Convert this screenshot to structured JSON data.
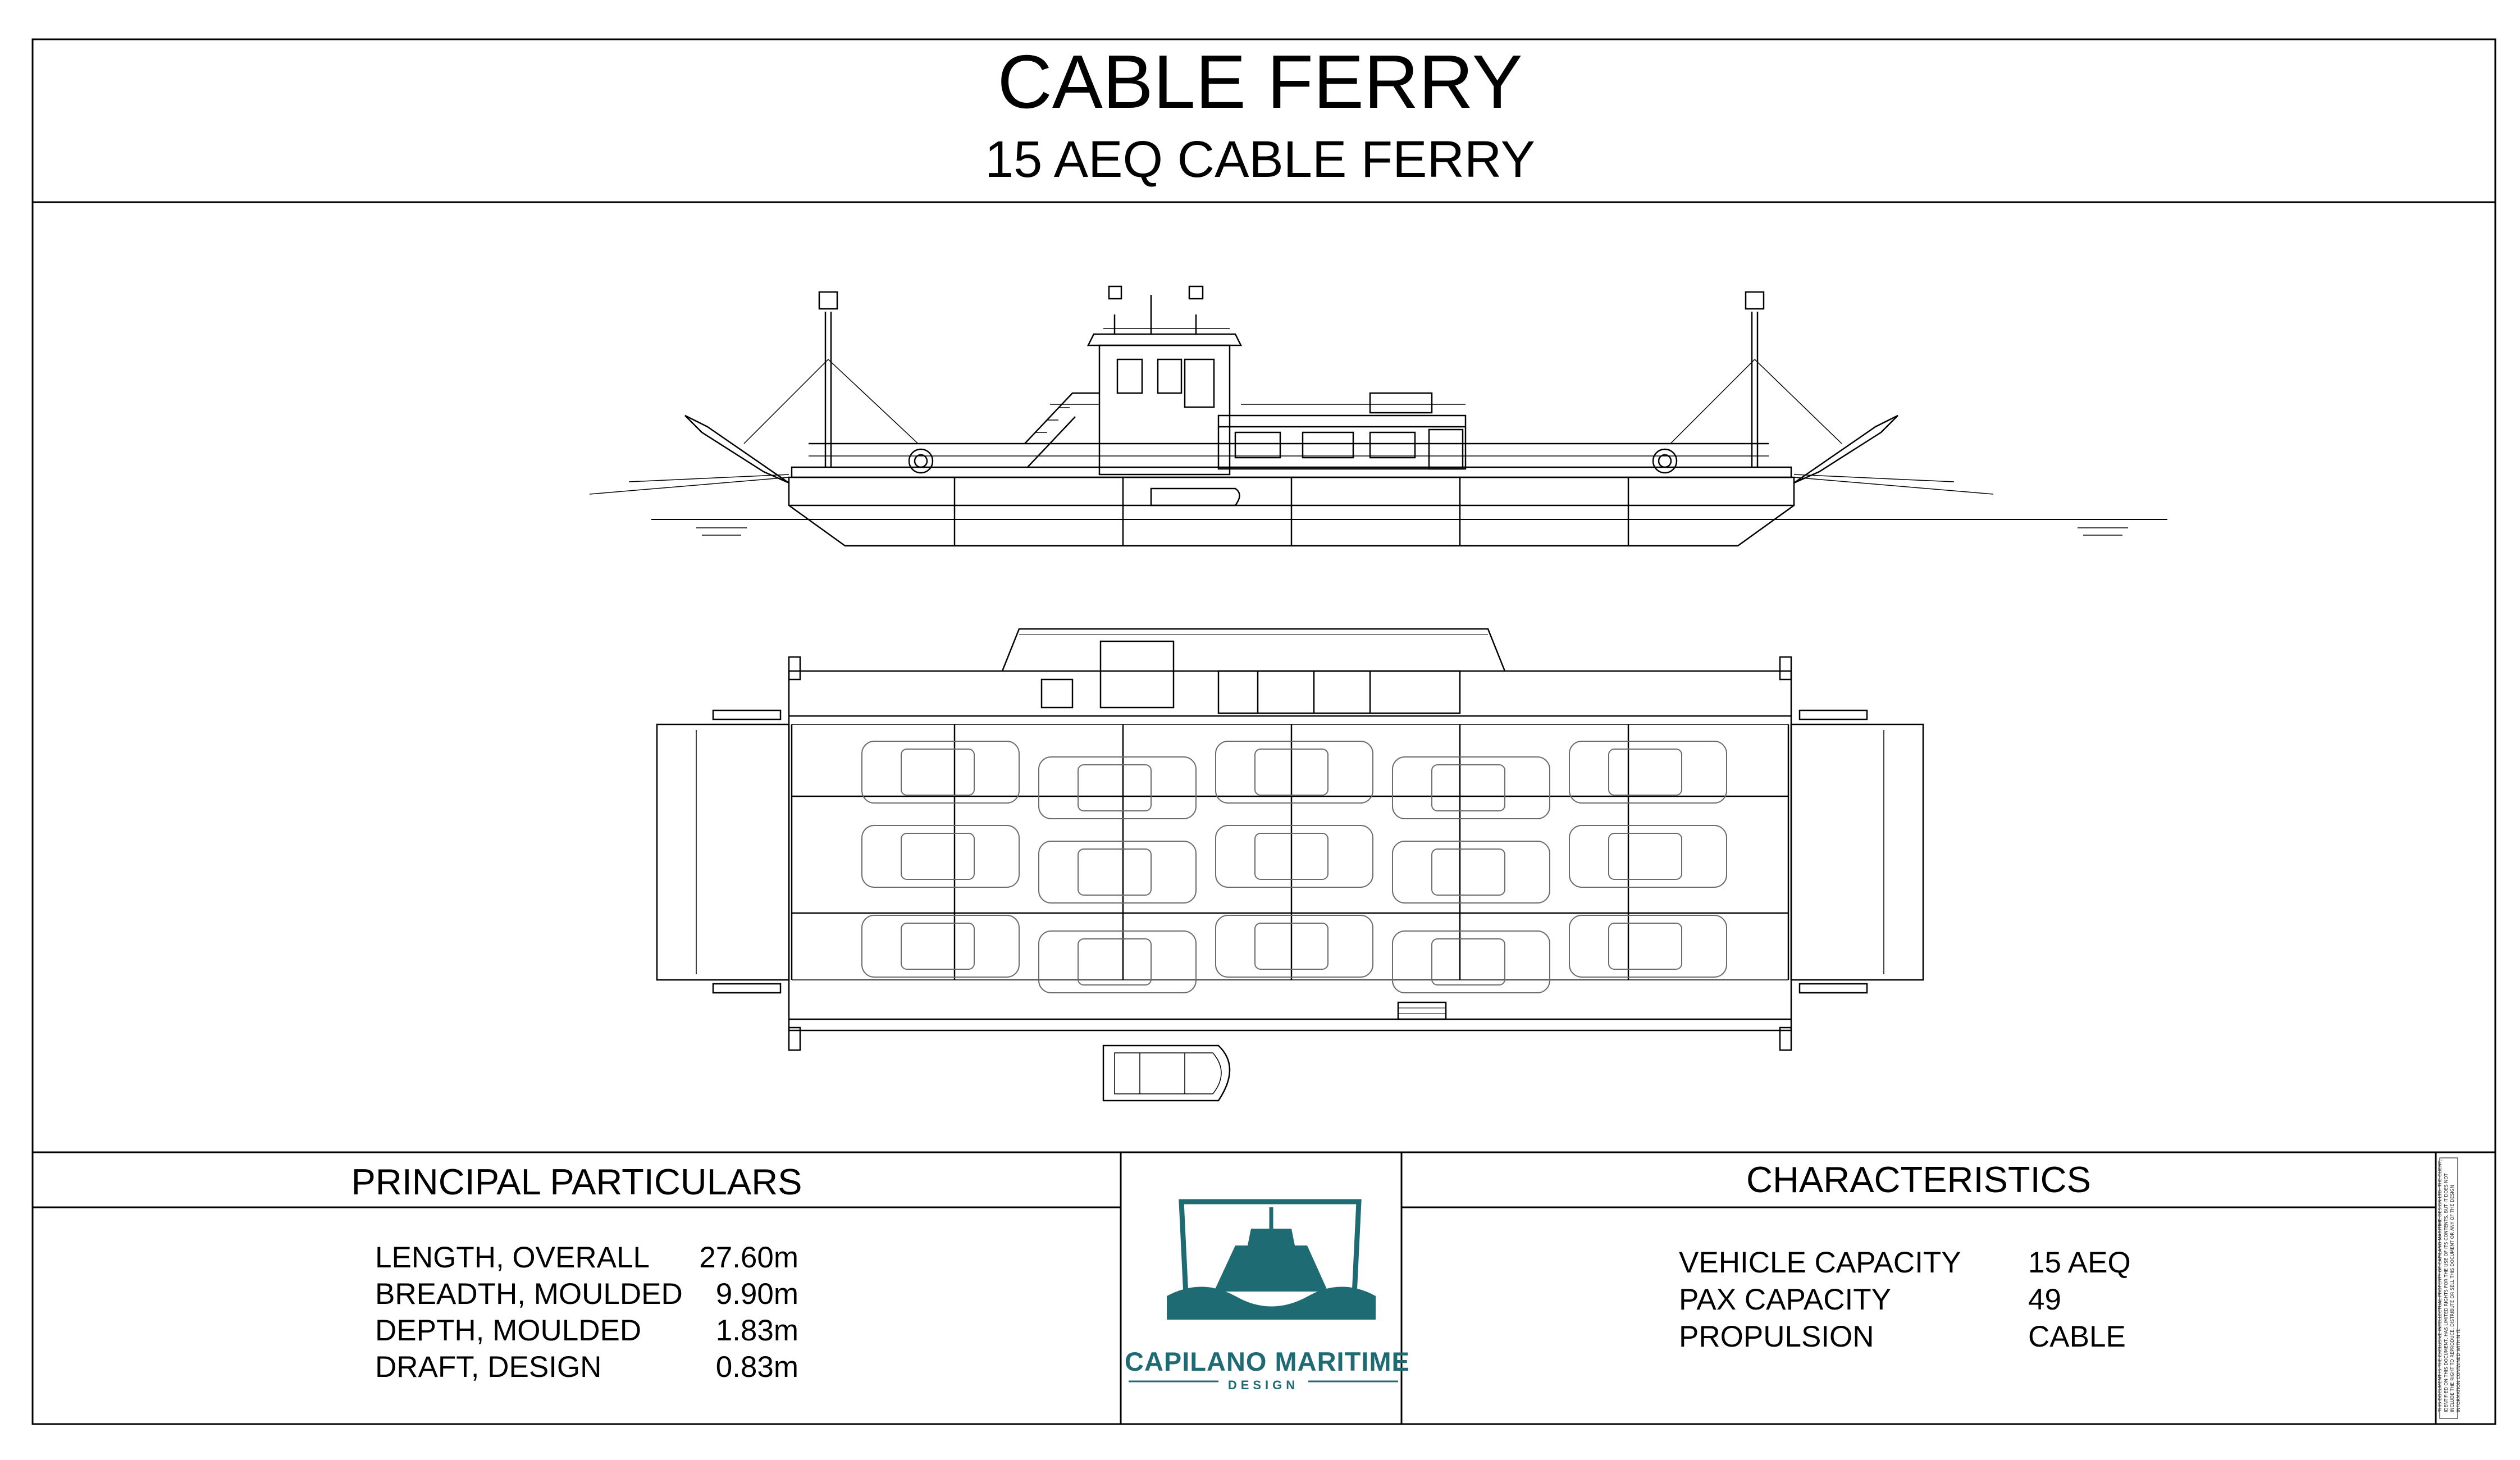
{
  "title_block": {
    "title": "CABLE FERRY",
    "subtitle": "15 AEQ CABLE FERRY"
  },
  "principal_particulars": {
    "heading": "PRINCIPAL PARTICULARS",
    "rows": [
      {
        "label": "LENGTH, OVERALL",
        "value": "27.60m"
      },
      {
        "label": "BREADTH, MOULDED",
        "value": "9.90m"
      },
      {
        "label": "DEPTH, MOULDED",
        "value": "1.83m"
      },
      {
        "label": "DRAFT, DESIGN",
        "value": "0.83m"
      }
    ]
  },
  "characteristics": {
    "heading": "CHARACTERISTICS",
    "rows": [
      {
        "label": "VEHICLE CAPACITY",
        "value": "15 AEQ"
      },
      {
        "label": "PAX CAPACITY",
        "value": "49"
      },
      {
        "label": "PROPULSION",
        "value": "CABLE"
      }
    ]
  },
  "logo": {
    "name": "CAPILANO MARITIME",
    "sub": "DESIGN",
    "color": "#1f6b73"
  },
  "notice": {
    "text": "THIS DOCUMENT IS THE EXCLUSIVE INTELLECTUAL PROPERTY OF CAPILANO MARITIME DESIGN LTD. THE CLIENT, IDENTIFIED ON THIS DOCUMENT, HAS LIMITED RIGHTS FOR THE USE OF ITS CONTENTS, BUT IT DOES NOT INCLUDE THE RIGHT TO REPRODUCE, DISTRIBUTE OR SELL THIS DOCUMENT OR ANY OF THE DESIGN INFORMATION CONTAINED WITHIN IT."
  }
}
